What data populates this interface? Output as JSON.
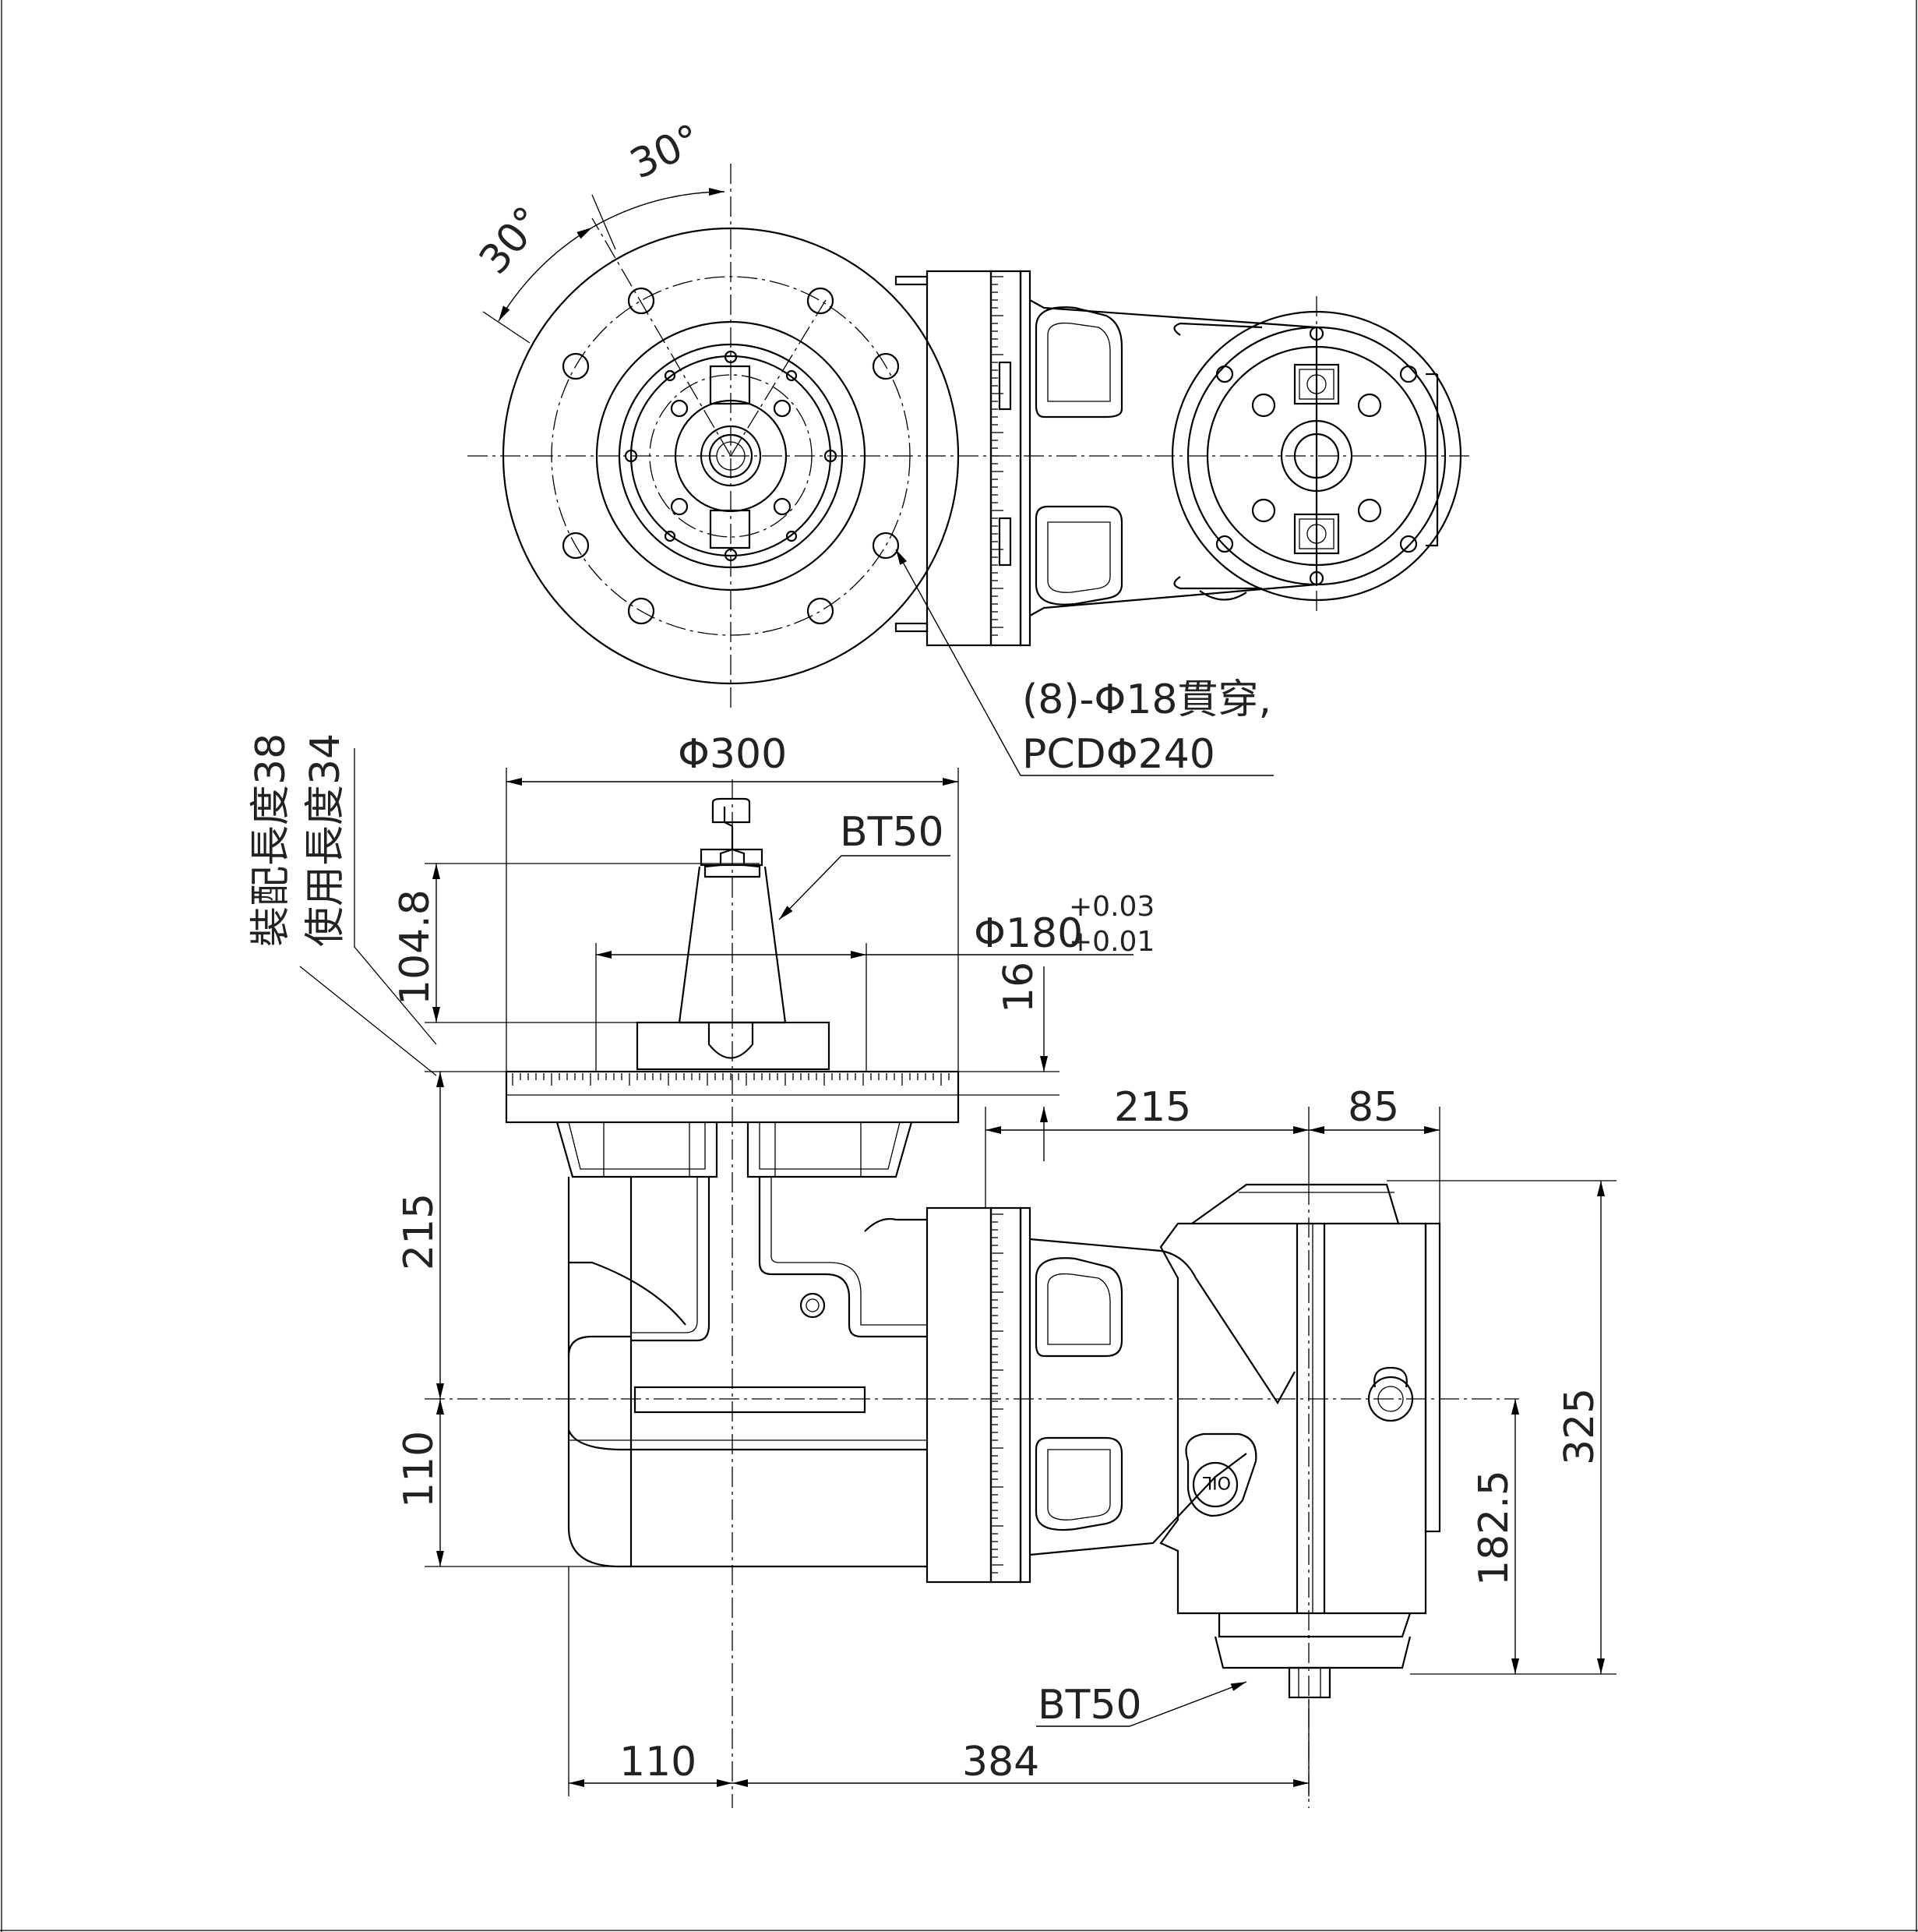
{
  "drawing": {
    "labels": {
      "angle_upper": "30°",
      "angle_lower": "30°",
      "hole_note_line1": "(8)-Φ18貫穿,",
      "hole_note_line2": "PCDΦ240",
      "dia_300": "Φ300",
      "bt50_top": "BT50",
      "dia_180": "Φ180",
      "tol_upper": "+0.03",
      "tol_lower": "+0.01",
      "dim_16": "16",
      "dim_104_8": "104.8",
      "assembly_length": "裝配長度38",
      "use_length": "使用長度34",
      "dim_215_vertical": "215",
      "dim_110_vertical": "110",
      "dim_215_horizontal": "215",
      "dim_85": "85",
      "dim_325": "325",
      "dim_182_5": "182.5",
      "bt50_bottom": "BT50",
      "dim_110_horizontal": "110",
      "dim_384": "384",
      "nameplate": "OIL"
    }
  }
}
